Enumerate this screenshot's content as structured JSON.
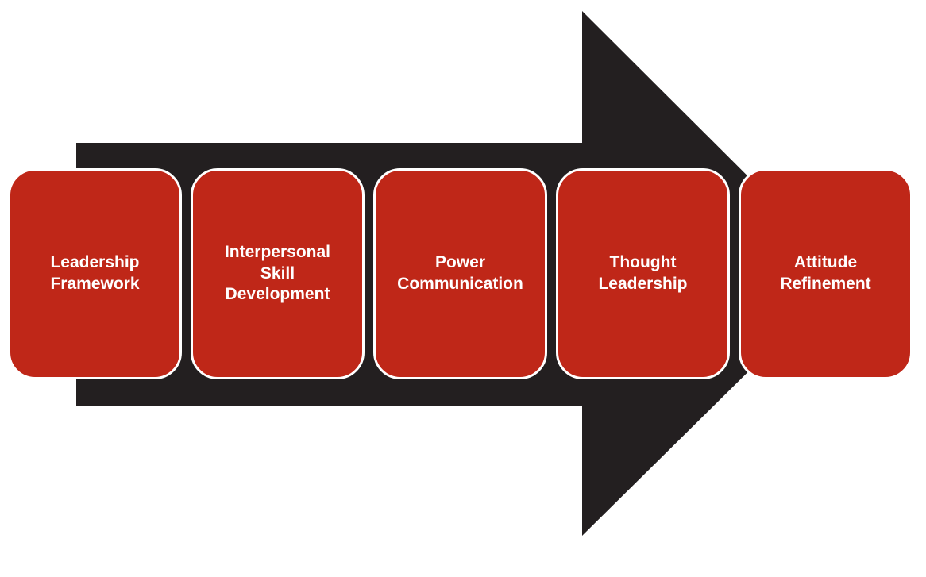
{
  "diagram": {
    "colors": {
      "arrow": "#231f20",
      "box": "#bf2718",
      "box_border": "#ffffff",
      "text": "#ffffff"
    },
    "steps": [
      {
        "label": "Leadership\nFramework"
      },
      {
        "label": "Interpersonal\nSkill\nDevelopment"
      },
      {
        "label": "Power\nCommunication"
      },
      {
        "label": "Thought\nLeadership"
      },
      {
        "label": "Attitude\nRefinement"
      }
    ]
  }
}
